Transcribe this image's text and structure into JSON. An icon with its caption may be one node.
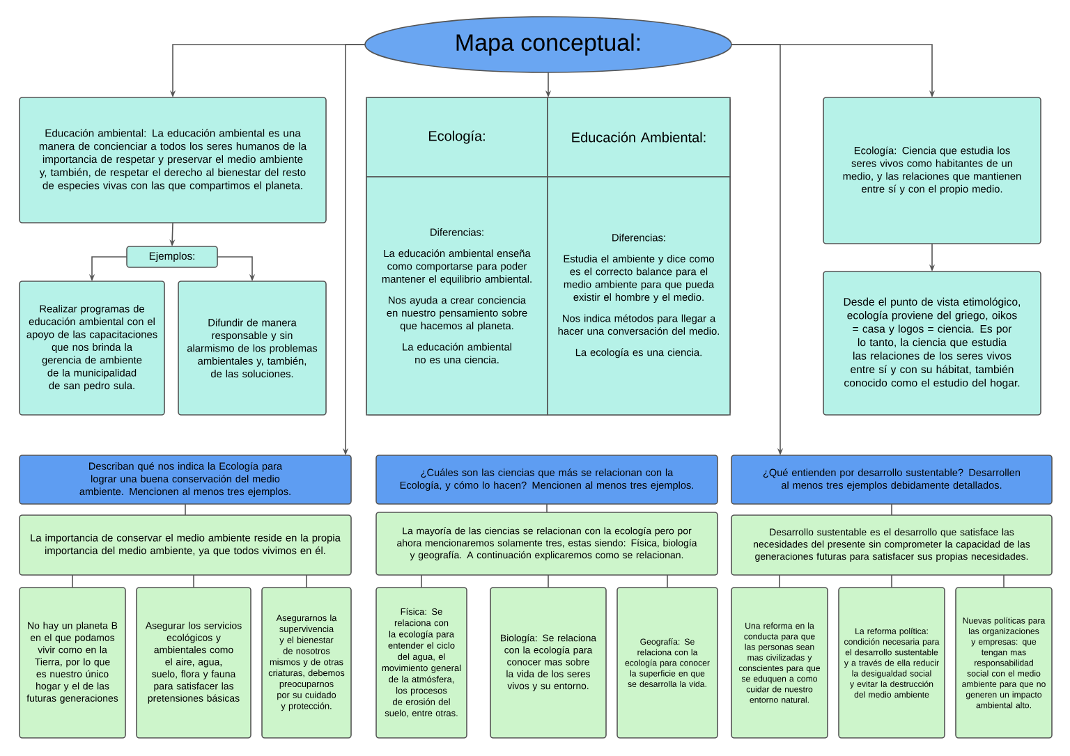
{
  "diagram": {
    "nodes": [
      {
        "text": [
          "Mapa conceptual:"
        ]
      },
      {
        "text": [
          "Educación ambiental: La educación ambiental es una manera de concienciar a todos los seres humanos de la importancia de respetar y preservar el medio ambiente y, también, de respetar el derecho al bienestar del resto de especies vivas con las que compartimos el planeta."
        ]
      },
      {
        "text": [
          "Ejemplos:"
        ]
      },
      {
        "text": [
          "Realizar programas de educación ambiental con el apoyo de las capacitaciones que nos brinda la gerencia de ambiente de la municipalidad de san pedro sula."
        ]
      },
      {
        "text": [
          "Difundir de manera responsable y sin alarmismo de los problemas ambientales y, también, de las soluciones."
        ]
      },
      {
        "text": [],
        "shape": "box"
      },
      {
        "text": [
          "Ecología:"
        ],
        "in": 5
      },
      {
        "text": [
          "Educación Ambiental:"
        ],
        "in": 5
      },
      {
        "text": [
          "Diferencias:",
          "La educación ambiental enseña como comportarse para poder mantener el equilibrio ambiental.",
          "Nos ayuda a crear conciencia en nuestro pensamiento sobre que hacemos al planeta.",
          "La educación ambiental no es una ciencia."
        ],
        "in": 5
      },
      {
        "text": [
          "Diferencias:",
          "Estudia el ambiente y dice como es el correcto balance para el medio ambiente para que pueda existir el hombre y el medio.",
          "Nos indica métodos para llegar a hacer una conversación del medio.",
          "La ecología es una ciencia."
        ],
        "in": 5
      },
      {
        "text": [
          "Ecología: Ciencia que estudia los seres vivos como habitantes de un medio, y las relaciones que mantienen entre sí y con el propio medio."
        ]
      },
      {
        "text": [
          "Desde el punto de vista etimológico, ecología proviene del griego, oikos = casa y logos = ciencia. Es por lo tanto, la ciencia que estudia las relaciones de los seres vivos entre sí y con su hábitat, también conocido como el estudio del hogar."
        ]
      },
      {
        "text": [
          "Describan qué nos indica la Ecología para lograr una buena conservación del medio ambiente. Mencionen al menos tres ejemplos."
        ]
      },
      {
        "text": [
          "La importancia de conservar el medio ambiente reside en la propia importancia del medio ambiente, ya que todos vivimos en él."
        ]
      },
      {
        "text": [
          "No hay un planeta B en el que podamos vivir como en la Tierra, por lo que es nuestro único hogar y el de las futuras generaciones"
        ]
      },
      {
        "text": [
          "Asegurar los servicios ecológicos y ambientales como el aire, agua, suelo, flora y fauna para satisfacer las pretensiones básicas"
        ]
      },
      {
        "text": [
          "Asegurarnos la supervivencia y el bienestar de nosotros mismos y de otras criaturas, debemos preocuparnos por su cuidado y protección."
        ]
      },
      {
        "text": [
          "¿Cuáles son las ciencias que más se relacionan con la Ecología, y cómo lo hacen? Mencionen al menos tres ejemplos."
        ]
      },
      {
        "text": [
          "La mayoría de las ciencias se relacionan con la ecología pero por ahora mencionaremos solamente tres, estas siendo: Física, biología y geografía. A continuación explicaremos como se relacionan."
        ]
      },
      {
        "text": [
          "Física: Se relaciona con la ecología para entender el ciclo del agua, el movimiento general de la atmósfera, los procesos de erosión del suelo, entre otras."
        ]
      },
      {
        "text": [
          "Biología: Se relaciona con la ecología para conocer mas sobre la vida de los seres vivos y su entorno."
        ]
      },
      {
        "text": [
          "Geografía: Se relaciona con la ecología para conocer la superficie en que se desarrolla la vida."
        ]
      },
      {
        "text": [
          "¿Qué entienden por desarrollo sustentable? Desarrollen al menos tres ejemplos debidamente detallados."
        ]
      },
      {
        "text": [
          "Desarrollo sustentable es el desarrollo que satisface las necesidades del presente sin comprometer la capacidad de las generaciones futuras para satisfacer sus propias necesidades."
        ]
      },
      {
        "text": [
          "Una reforma en la conducta para que las personas sean mas civilizadas y conscientes para que se eduquen a como cuidar de nuestro entorno natural."
        ]
      },
      {
        "text": [
          "La reforma política: condición necesaria para el desarrollo sustentable y a través de ella reducir la desigualdad social y evitar la destrucción del medio ambiente"
        ]
      },
      {
        "text": [
          "Nuevas políticas para las organizaciones y empresas: que tengan mas responsabilidad social con el medio ambiente para que no generen un impacto ambiental alto."
        ]
      }
    ],
    "edges": [
      {
        "from": 0,
        "to": 1,
        "arrow": "to"
      },
      {
        "from": 0,
        "to": 12,
        "arrow": "to"
      },
      {
        "from": 0,
        "to": 5,
        "arrow": "to"
      },
      {
        "from": 0,
        "to": 22,
        "arrow": "to"
      },
      {
        "from": 0,
        "to": 10,
        "arrow": "to"
      },
      {
        "from": 1,
        "to": 2,
        "arrow": "to"
      },
      {
        "from": 2,
        "to": 3,
        "arrow": "to"
      },
      {
        "from": 2,
        "to": 4,
        "arrow": "to"
      },
      {
        "from": 10,
        "to": 11,
        "arrow": "to"
      },
      {
        "from": 12,
        "to": 13,
        "arrow": "none"
      },
      {
        "from": 13,
        "to": 14,
        "arrow": "none"
      },
      {
        "from": 13,
        "to": 15,
        "arrow": "none"
      },
      {
        "from": 13,
        "to": 16,
        "arrow": "none"
      },
      {
        "from": 17,
        "to": 18,
        "arrow": "none"
      },
      {
        "from": 18,
        "to": 19,
        "arrow": "none"
      },
      {
        "from": 18,
        "to": 20,
        "arrow": "none"
      },
      {
        "from": 18,
        "to": 21,
        "arrow": "none"
      },
      {
        "from": 22,
        "to": 23,
        "arrow": "none"
      },
      {
        "from": 23,
        "to": 24,
        "arrow": "none"
      },
      {
        "from": 23,
        "to": 25,
        "arrow": "none"
      },
      {
        "from": 23,
        "to": 26,
        "arrow": "none"
      }
    ]
  }
}
